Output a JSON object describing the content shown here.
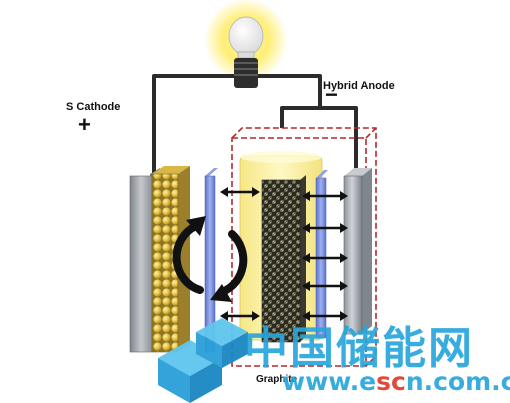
{
  "labels": {
    "cathode": "S Cathode",
    "cathode_sign": "+",
    "anode": "Hybrid Anode",
    "anode_sign": "−",
    "graphite": "Graphite"
  },
  "watermark": {
    "chinese": "中国储能网",
    "url_prefix": "www.e",
    "url_highlight": "sc",
    "url_suffix": "n.com.cn"
  },
  "colors": {
    "sulfur": "#e6c54a",
    "electrolyte_zone": "#fbf3a4",
    "separator": "#6f86d8",
    "collector": "#9aa0a8",
    "dashed_box": "#b22a2a",
    "watermark": "#28a5dc",
    "watermark_highlight": "#e03a2a"
  },
  "icons": [
    "light-bulb-icon",
    "circular-arrows-icon",
    "double-arrow-icon",
    "logo-cube-icon"
  ]
}
